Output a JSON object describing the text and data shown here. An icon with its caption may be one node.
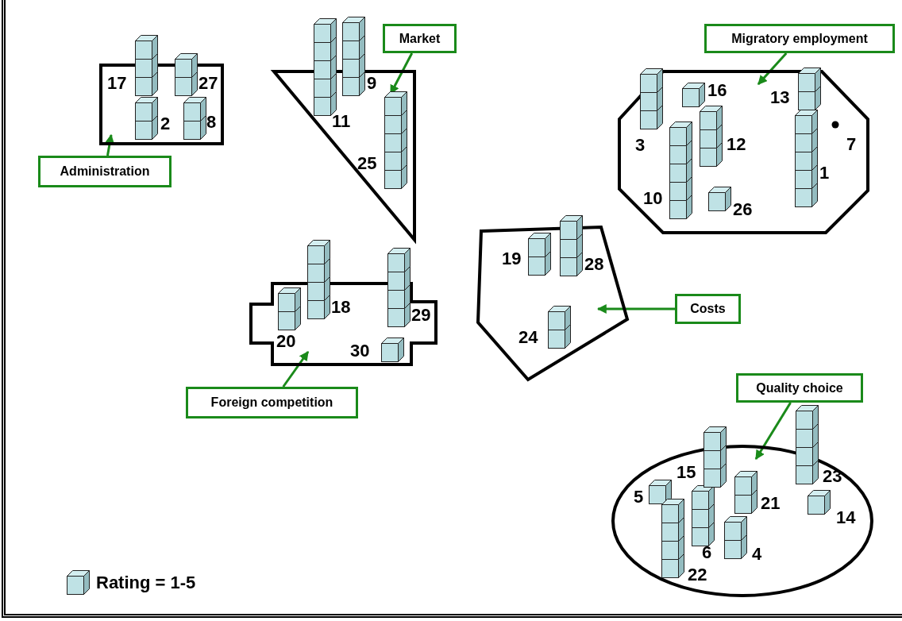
{
  "diagram": {
    "nodes": [
      {
        "text": [],
        "shape": "box"
      },
      {
        "text": [
          "17"
        ]
      },
      {
        "text": [
          "27"
        ]
      },
      {
        "text": [
          "2"
        ],
        "in": 0
      },
      {
        "text": [
          "8"
        ],
        "in": 0
      },
      {
        "text": [],
        "shape": "triangle"
      },
      {
        "text": [
          "11"
        ]
      },
      {
        "text": [
          "9"
        ]
      },
      {
        "text": [
          "25"
        ],
        "in": 5
      },
      {
        "text": [
          "Market"
        ]
      },
      {
        "text": [
          "Migratory employment"
        ]
      },
      {
        "text": [],
        "shape": "octagon"
      },
      {
        "text": [
          "3"
        ],
        "in": 11
      },
      {
        "text": [
          "16"
        ],
        "in": 11
      },
      {
        "text": [
          "13"
        ],
        "in": 11
      },
      {
        "text": [
          "12"
        ],
        "in": 11
      },
      {
        "text": [
          "10"
        ],
        "in": 11
      },
      {
        "text": [
          "26"
        ],
        "in": 11
      },
      {
        "text": [
          "1"
        ],
        "in": 11
      },
      {
        "text": [
          "7"
        ],
        "in": 11
      },
      {
        "text": [
          "Administration"
        ]
      },
      {
        "text": [],
        "shape": "cross"
      },
      {
        "text": [
          "20"
        ],
        "in": 21
      },
      {
        "text": [
          "18"
        ]
      },
      {
        "text": [
          "29"
        ]
      },
      {
        "text": [
          "30"
        ],
        "in": 21
      },
      {
        "text": [],
        "shape": "pentagon"
      },
      {
        "text": [
          "19"
        ],
        "in": 26
      },
      {
        "text": [
          "28"
        ],
        "in": 26
      },
      {
        "text": [
          "24"
        ],
        "in": 26
      },
      {
        "text": [
          "Costs"
        ]
      },
      {
        "text": [
          "Foreign competition"
        ]
      },
      {
        "text": [
          "Quality choice"
        ]
      },
      {
        "text": [],
        "shape": "ellipse"
      },
      {
        "text": [
          "15"
        ]
      },
      {
        "text": [
          "5"
        ],
        "in": 33
      },
      {
        "text": [
          "21"
        ],
        "in": 33
      },
      {
        "text": [
          "23"
        ]
      },
      {
        "text": [
          "14"
        ],
        "in": 33
      },
      {
        "text": [
          "6"
        ],
        "in": 33
      },
      {
        "text": [
          "4"
        ],
        "in": 33
      },
      {
        "text": [
          "22"
        ],
        "in": 33
      }
    ],
    "edges": [
      {
        "from": 20,
        "to": 0,
        "arrow": "to"
      },
      {
        "from": 9,
        "to": 5,
        "arrow": "to"
      },
      {
        "from": 10,
        "to": 11,
        "arrow": "to"
      },
      {
        "from": 31,
        "to": 21,
        "arrow": "to"
      },
      {
        "from": 30,
        "to": 26,
        "arrow": "to"
      },
      {
        "from": 32,
        "to": 33,
        "arrow": "to"
      }
    ],
    "legend": [
      {
        "text": "Rating = 1-5"
      }
    ]
  }
}
